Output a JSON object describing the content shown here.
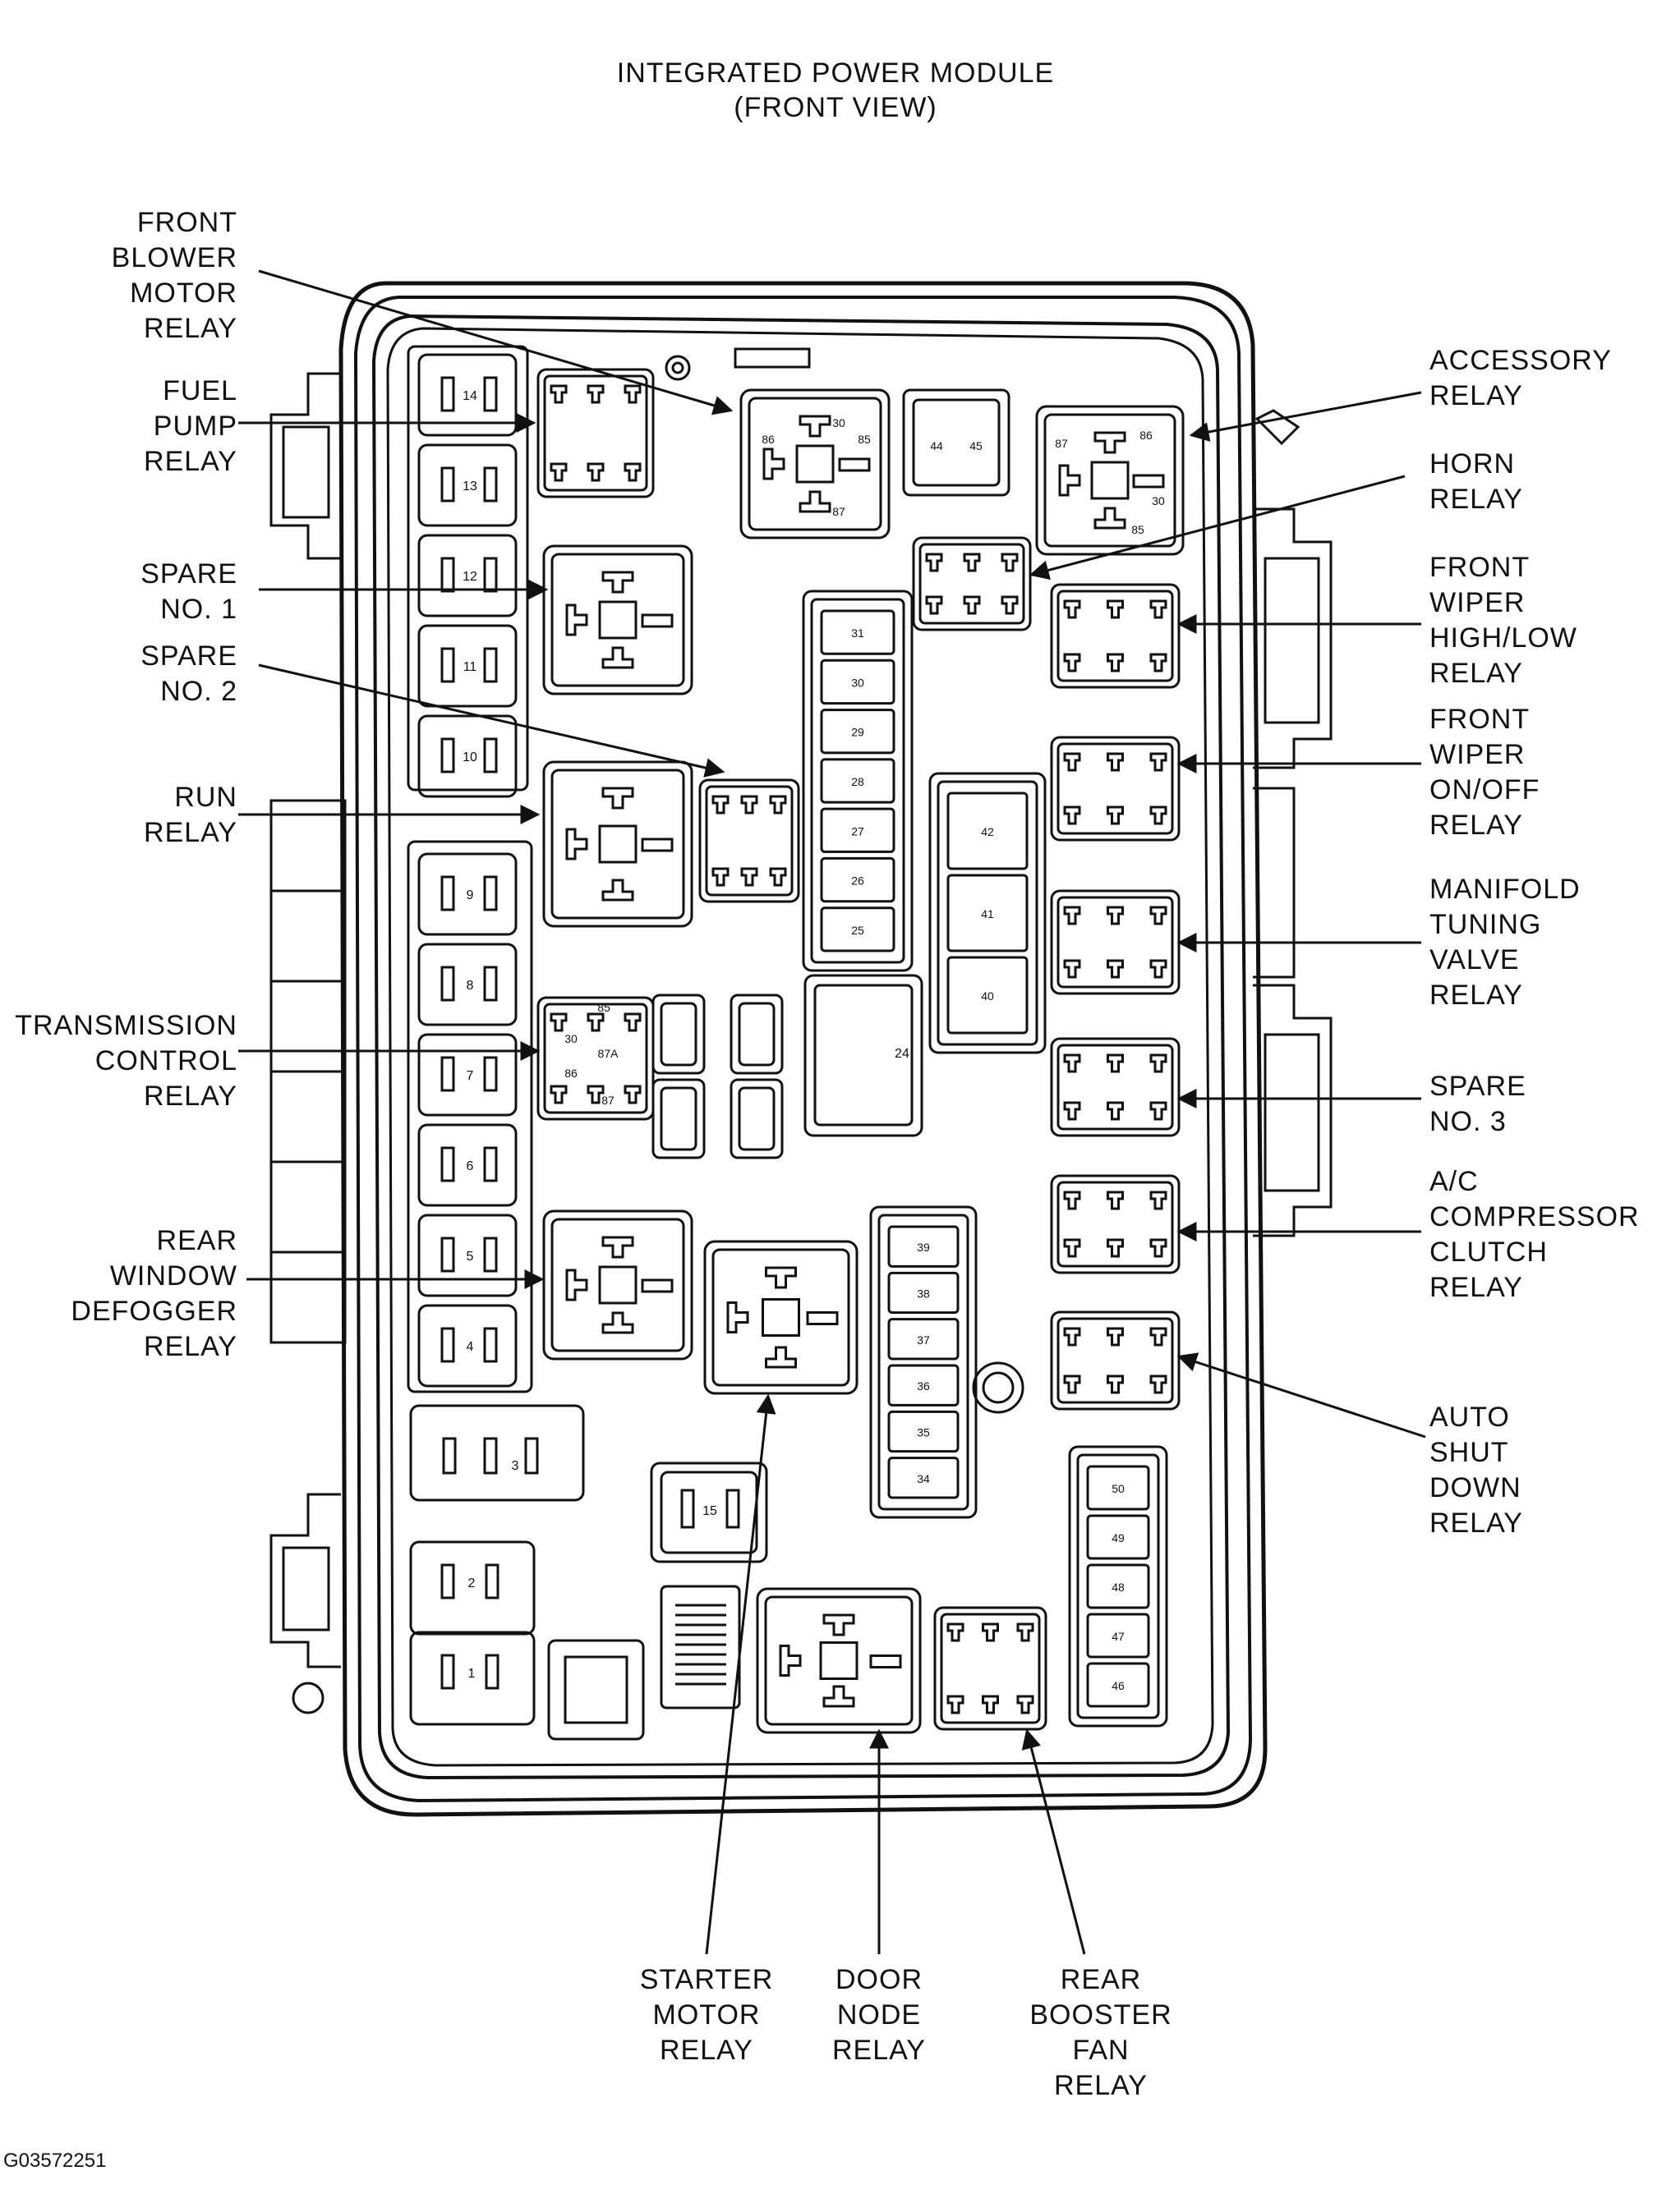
{
  "title": {
    "line1": "INTEGRATED POWER MODULE",
    "line2": "(FRONT VIEW)"
  },
  "figure_code": "G03572251",
  "callouts": {
    "front_blower": [
      "FRONT",
      "BLOWER",
      "MOTOR",
      "RELAY"
    ],
    "fuel_pump": [
      "FUEL",
      "PUMP",
      "RELAY"
    ],
    "spare1": [
      "SPARE",
      "NO. 1"
    ],
    "spare2": [
      "SPARE",
      "NO. 2"
    ],
    "run": [
      "RUN",
      "RELAY"
    ],
    "transmission": [
      "TRANSMISSION",
      "CONTROL",
      "RELAY"
    ],
    "rear_window": [
      "REAR",
      "WINDOW",
      "DEFOGGER",
      "RELAY"
    ],
    "accessory": [
      "ACCESSORY",
      "RELAY"
    ],
    "horn": [
      "HORN",
      "RELAY"
    ],
    "wiper_hl": [
      "FRONT",
      "WIPER",
      "HIGH/LOW",
      "RELAY"
    ],
    "wiper_onoff": [
      "FRONT",
      "WIPER",
      "ON/OFF",
      "RELAY"
    ],
    "manifold": [
      "MANIFOLD",
      "TUNING",
      "VALVE",
      "RELAY"
    ],
    "spare3": [
      "SPARE",
      "NO. 3"
    ],
    "ac": [
      "A/C",
      "COMPRESSOR",
      "CLUTCH",
      "RELAY"
    ],
    "asd": [
      "AUTO",
      "SHUT",
      "DOWN",
      "RELAY"
    ],
    "starter": [
      "STARTER",
      "MOTOR",
      "RELAY"
    ],
    "door": [
      "DOOR",
      "NODE",
      "RELAY"
    ],
    "booster": [
      "REAR",
      "BOOSTER",
      "FAN",
      "RELAY"
    ]
  },
  "left_fuses": [
    "14",
    "13",
    "12",
    "11",
    "10",
    "9",
    "8",
    "7",
    "6",
    "5",
    "4",
    "3",
    "2",
    "1"
  ],
  "fuse_15": "15",
  "fuse_24": "24",
  "fuse_col_top": [
    "31",
    "30",
    "29",
    "28",
    "27",
    "26",
    "25"
  ],
  "fuse_col_mid": [
    "42",
    "41",
    "40"
  ],
  "fuse_col_bottom": [
    "39",
    "38",
    "37",
    "36",
    "35",
    "34"
  ],
  "fuse_col_right": [
    "50",
    "49",
    "48",
    "47",
    "46"
  ],
  "top_pair": [
    "44",
    "45"
  ],
  "terminals": {
    "t85": "85",
    "t86": "86",
    "t87": "87",
    "t87a": "87A",
    "t30": "30"
  }
}
